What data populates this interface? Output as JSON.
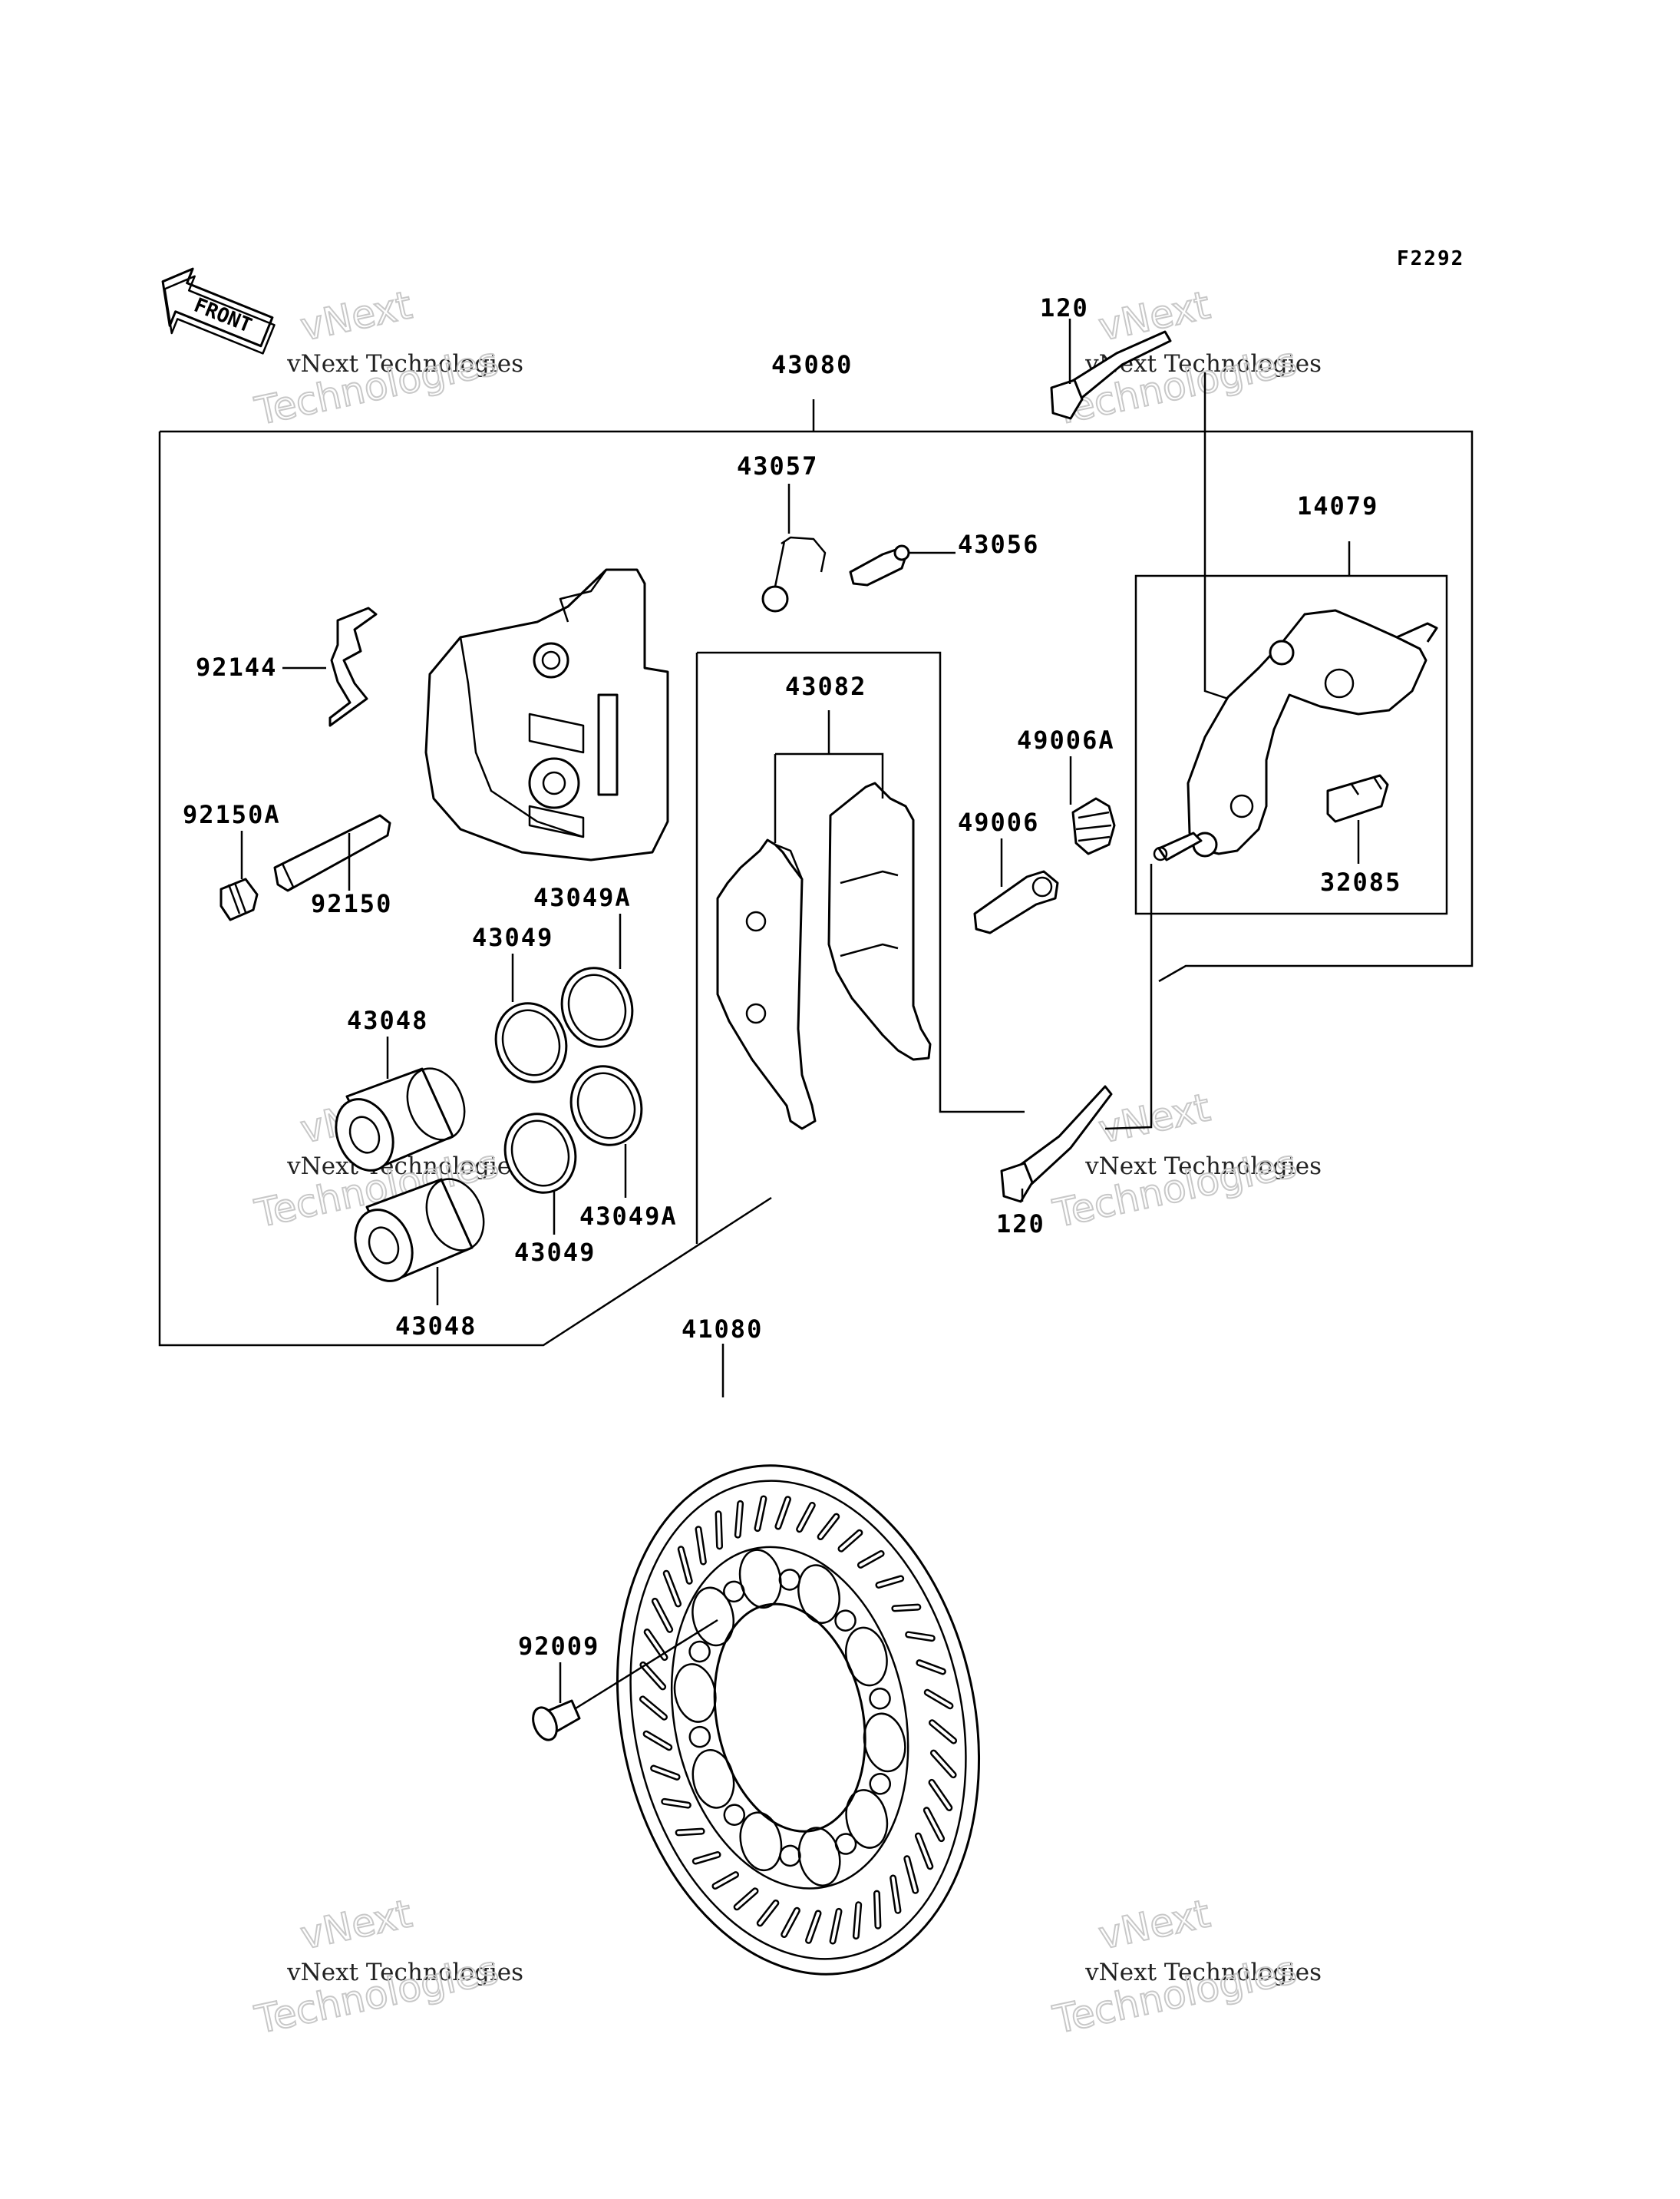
{
  "figure_code": "F2292",
  "front_label": "FRONT",
  "watermark": {
    "line1": "vNext",
    "line2": "vNext Technologies",
    "line3": "Technologies"
  },
  "parts": {
    "p120_top": "120",
    "p43080": "43080",
    "p43057": "43057",
    "p43056": "43056",
    "p14079": "14079",
    "p92144": "92144",
    "p43082": "43082",
    "p49006A": "49006A",
    "p92150A": "92150A",
    "p49006": "49006",
    "p92150": "92150",
    "p32085": "32085",
    "p43049A_top": "43049A",
    "p43049_top": "43049",
    "p43048_top": "43048",
    "p120_bottom": "120",
    "p43049A_bottom": "43049A",
    "p43049_bottom": "43049",
    "p43048_bottom": "43048",
    "p41080": "41080",
    "p92009": "92009"
  }
}
